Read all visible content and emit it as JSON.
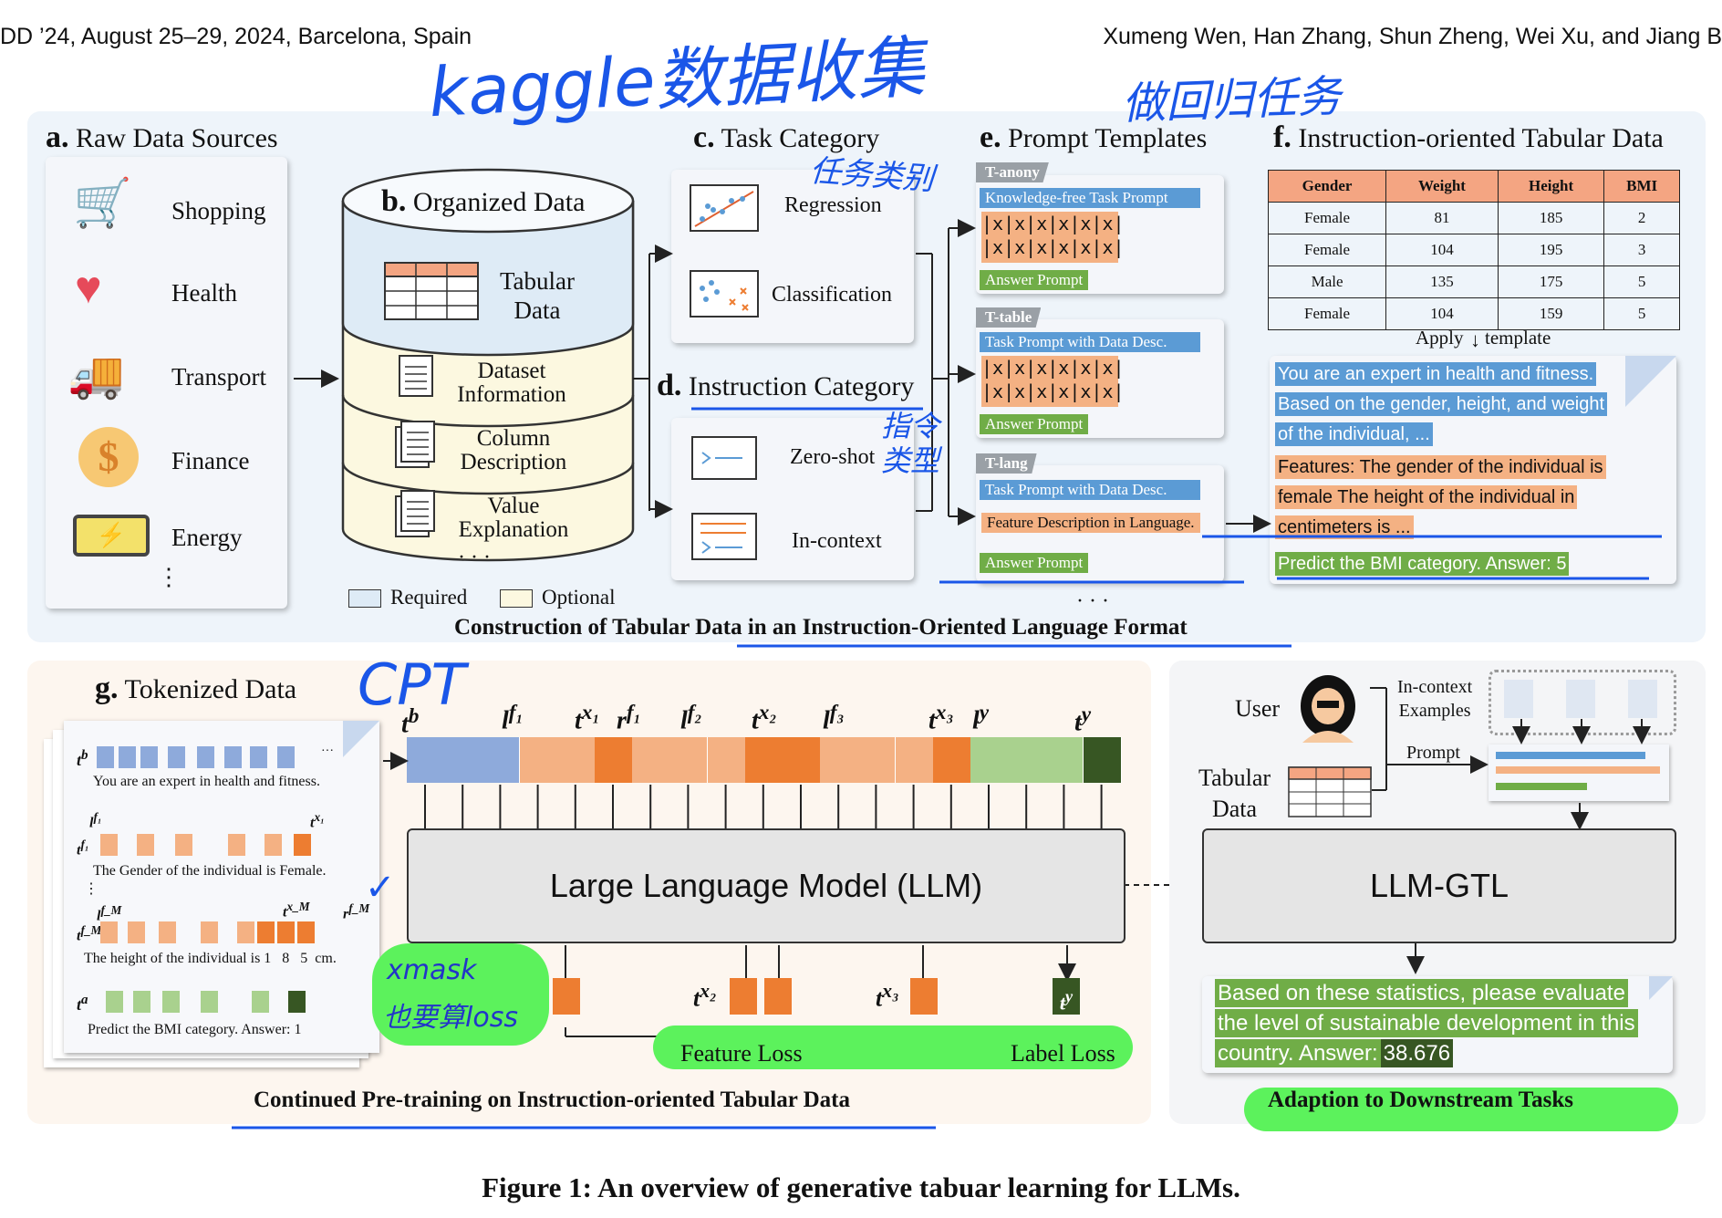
{
  "header": {
    "left": "DD ’24, August 25–29, 2024, Barcelona, Spain",
    "right": "Xumeng Wen, Han Zhang, Shun Zheng, Wei Xu, and Jiang B"
  },
  "annotations": {
    "kaggle": "kaggle数据收集",
    "regression_task": "做回归任务",
    "task_category": "任务类别",
    "instruction_type": "指令类型",
    "cpt": "CPT",
    "xmask": "xmask",
    "loss_note": "也要算loss"
  },
  "panel_a": {
    "letter": "a.",
    "title": "Raw Data Sources",
    "items": [
      "Shopping",
      "Health",
      "Transport",
      "Finance",
      "Energy"
    ],
    "more": "⋮"
  },
  "panel_b": {
    "letter": "b.",
    "title": "Organized Data",
    "layers": [
      "Tabular Data",
      "Dataset Information",
      "Column Description",
      "Value Explanation"
    ],
    "more": "· · ·"
  },
  "legend": {
    "required": "Required",
    "optional": "Optional"
  },
  "panel_c": {
    "letter": "c.",
    "title": "Task Category",
    "items": [
      "Regression",
      "Classification"
    ]
  },
  "panel_d": {
    "letter": "d.",
    "title": "Instruction Category",
    "items": [
      "Zero-shot",
      "In-context"
    ]
  },
  "panel_e": {
    "letter": "e.",
    "title": "Prompt Templates",
    "templates": [
      {
        "tag": "T-anony",
        "top": "Knowledge-free Task Prompt",
        "bottom": "Answer Prompt"
      },
      {
        "tag": "T-table",
        "top": "Task Prompt with Data Desc.",
        "bottom": "Answer Prompt"
      },
      {
        "tag": "T-lang",
        "top": "Task Prompt with Data Desc.",
        "middle": "Feature Description in Language.",
        "bottom": "Answer Prompt"
      }
    ],
    "grid_row": "|x|x|x|x|x|x|",
    "more": "· · ·"
  },
  "panel_f": {
    "letter": "f.",
    "title": "Instruction-oriented Tabular Data",
    "columns": [
      "Gender",
      "Weight",
      "Height",
      "BMI"
    ],
    "rows": [
      [
        "Female",
        "81",
        "185",
        "2"
      ],
      [
        "Female",
        "104",
        "195",
        "3"
      ],
      [
        "Male",
        "135",
        "175",
        "5"
      ],
      [
        "Female",
        "104",
        "159",
        "5"
      ]
    ],
    "apply": "Apply",
    "template": "template",
    "blue_lines": [
      "You are an expert in health and fitness.",
      "Based on the gender, height, and weight",
      "of the individual, ..."
    ],
    "orange_lines": [
      "Features: The gender of the individual is",
      "female The height of the individual in",
      "centimeters is ..."
    ],
    "green_line": "Predict the BMI category. Answer: 5"
  },
  "caption_top": "Construction of Tabular Data in an Instruction-Oriented Language Format",
  "panel_g": {
    "letter": "g.",
    "title": "Tokenized Data",
    "line1": "You are an expert  in health and fitness.",
    "line2_prefix": "The Gender of the individual is ",
    "line2_value": "Female.",
    "line3_prefix": "The height of the individual is  ",
    "line3_digits": [
      "1",
      "8",
      "5"
    ],
    "line3_suffix": "cm.",
    "line4": "Predict the BMI category. Answer:  1",
    "dots": "⋮",
    "ellipsis": "···"
  },
  "llm": {
    "label": "Large Language Model (LLM)",
    "feature_loss": "Feature Loss",
    "label_loss": "Label Loss"
  },
  "caption_bottom_left": "Continued Pre-training on Instruction-oriented Tabular Data",
  "downstream": {
    "user": "User",
    "tabular": "Tabular",
    "data": "Data",
    "incontext": "In-context",
    "examples": "Examples",
    "prompt": "Prompt",
    "model": "LLM-GTL",
    "output_lines": [
      "Based on these statistics, please evaluate",
      "the level of sustainable development in this",
      "country. Answer:"
    ],
    "answer": "38.676",
    "caption": "Adaption to Downstream Tasks"
  },
  "figure_caption": "Figure 1: An overview of generative tabuar learning for LLMs.",
  "colors": {
    "blue": "#5b9bd5",
    "orange": "#f4b183",
    "dark_orange": "#ed7d31",
    "green": "#70ad47",
    "dark_green": "#375623",
    "pen_blue": "#1a56e8",
    "highlighter": "#5cf25c"
  }
}
